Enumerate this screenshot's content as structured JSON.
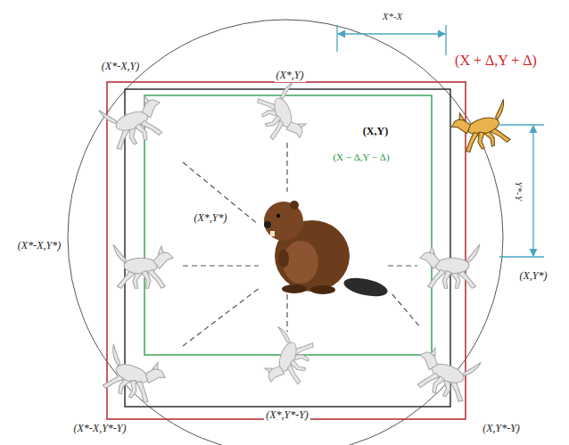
{
  "diagram": {
    "labels": [
      "X*-X",
      "(X*-X,Y)",
      "(X*,Y)",
      "(X + Δ,Y + Δ)",
      "(X,Y)",
      "(X − Δ,Y − Δ)",
      "Y*-Y",
      "(X*,Y*)",
      "(X*-X,Y*)",
      "(X,Y*)",
      "(X*-X,Y*-Y)",
      "(X*,Y*-Y)",
      "(X,Y*-Y)"
    ]
  }
}
